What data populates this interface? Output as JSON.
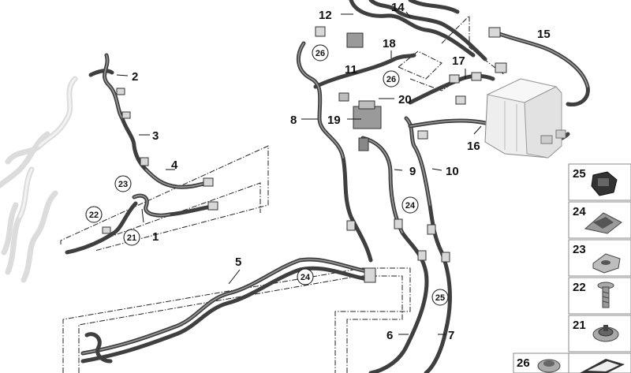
{
  "callouts": {
    "n1": "1",
    "n2": "2",
    "n3": "3",
    "n4": "4",
    "n5": "5",
    "n6": "6",
    "n7": "7",
    "n8": "8",
    "n9": "9",
    "n10": "10",
    "n11": "11",
    "n12": "12",
    "n14": "14",
    "n15": "15",
    "n16": "16",
    "n17": "17",
    "n18": "18",
    "n19": "19",
    "n20": "20"
  },
  "circled_callouts": {
    "c21": "21",
    "c22": "22",
    "c23": "23",
    "c24a": "24",
    "c24b": "24",
    "c25": "25",
    "c26a": "26",
    "c26b": "26"
  },
  "parts_panel": {
    "p25": "25",
    "p24": "24",
    "p23": "23",
    "p22": "22",
    "p21": "21",
    "p26": "26"
  }
}
